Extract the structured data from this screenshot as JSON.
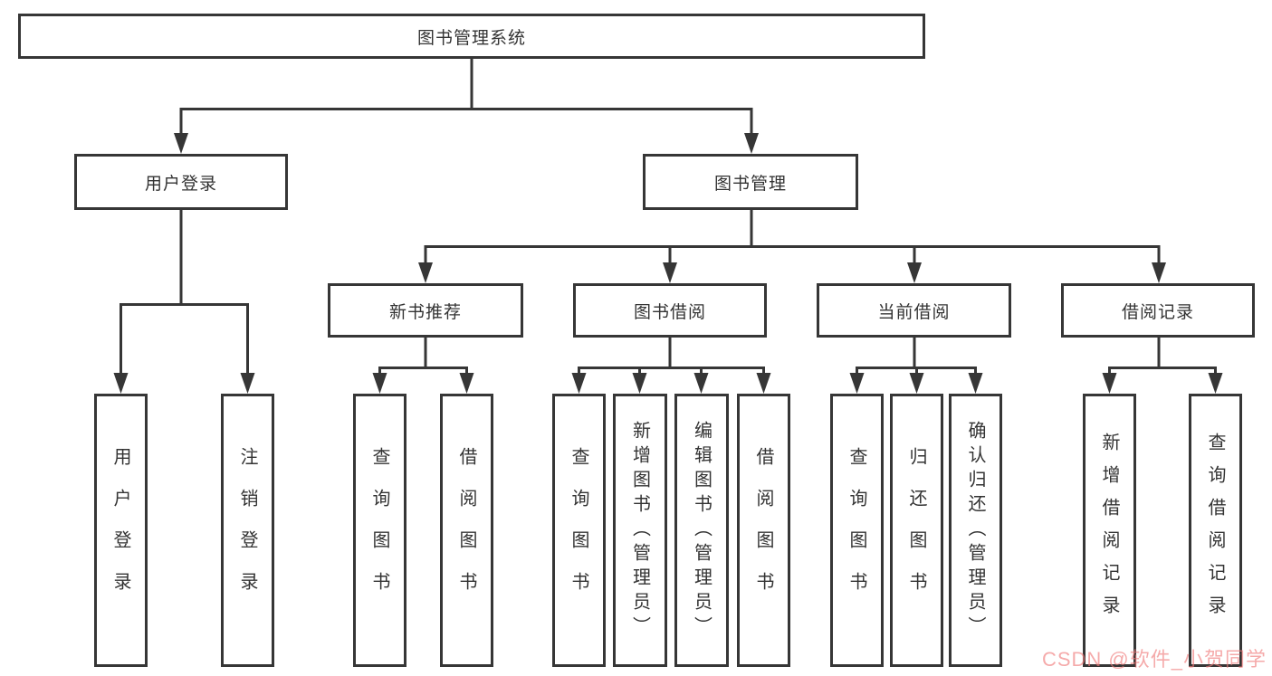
{
  "diagram": {
    "root": {
      "label": "图书管理系统"
    },
    "branches": [
      {
        "label": "用户登录",
        "children": [
          {
            "label": "用户登录"
          },
          {
            "label": "注销登录"
          }
        ]
      },
      {
        "label": "图书管理",
        "children": [
          {
            "label": "新书推荐",
            "children": [
              {
                "label": "查询图书"
              },
              {
                "label": "借阅图书"
              }
            ]
          },
          {
            "label": "图书借阅",
            "children": [
              {
                "label": "查询图书"
              },
              {
                "label": "新增图书（管理员）"
              },
              {
                "label": "编辑图书（管理员）"
              },
              {
                "label": "借阅图书"
              }
            ]
          },
          {
            "label": "当前借阅",
            "children": [
              {
                "label": "查询图书"
              },
              {
                "label": "归还图书"
              },
              {
                "label": "确认归还（管理员）"
              }
            ]
          },
          {
            "label": "借阅记录",
            "children": [
              {
                "label": "新增借阅记录"
              },
              {
                "label": "查询借阅记录"
              }
            ]
          }
        ]
      }
    ]
  },
  "colors": {
    "line": "#363636",
    "text": "#333333",
    "watermark_pink": "#f07d7d"
  },
  "watermark": {
    "text": "CSDN @软件_小贺同学"
  }
}
